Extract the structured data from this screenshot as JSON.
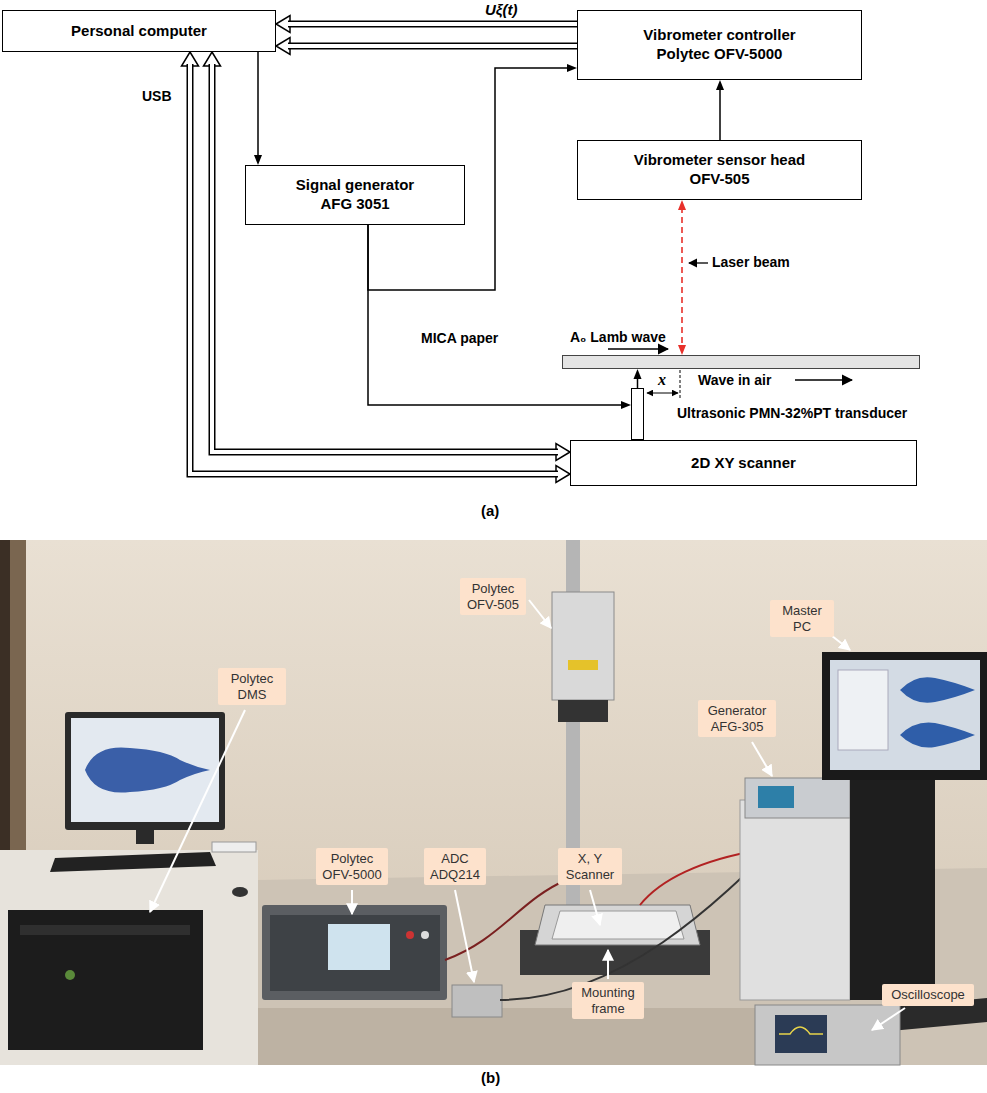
{
  "diagram": {
    "nodes": [
      {
        "text": [
          "Personal computer"
        ]
      },
      {
        "text": [
          "Vibrometer controller Polytec OFV-5000"
        ]
      },
      {
        "text": [
          "Signal generator AFG 3051"
        ]
      },
      {
        "text": [
          "Vibrometer sensor head OFV-505"
        ]
      },
      {
        "text": [
          "MICA paper"
        ]
      },
      {
        "text": [
          "Ultrasonic PMN-32%PT transducer"
        ]
      },
      {
        "text": [
          "2D XY scanner"
        ]
      },
      {
        "text": [
          "Polytec DMS"
        ]
      },
      {
        "text": [
          "Polytec OFV-5000"
        ]
      },
      {
        "text": [
          "ADC ADQ214"
        ]
      },
      {
        "text": [
          "Polytec OFV-505"
        ]
      },
      {
        "text": [
          "X, Y Scanner"
        ]
      },
      {
        "text": [
          "Mounting frame"
        ]
      },
      {
        "text": [
          "Generator AFG-305"
        ]
      },
      {
        "text": [
          "Master PC"
        ]
      },
      {
        "text": [
          "Oscilloscope"
        ]
      }
    ],
    "edges": [
      {
        "from": 1,
        "to": 0,
        "arrow": "to",
        "label": "Uξ(t)"
      },
      {
        "from": 1,
        "to": 0,
        "arrow": "to"
      },
      {
        "from": 0,
        "to": 2,
        "arrow": "to"
      },
      {
        "from": 2,
        "to": 1,
        "arrow": "to"
      },
      {
        "from": 2,
        "to": 5,
        "arrow": "to"
      },
      {
        "from": 3,
        "to": 1,
        "arrow": "to"
      },
      {
        "from": 3,
        "to": 4,
        "arrow": "both"
      },
      {
        "from": 5,
        "to": 4,
        "arrow": "to"
      },
      {
        "from": 0,
        "to": 6,
        "arrow": "both",
        "label": "USB"
      },
      {
        "from": 0,
        "to": 6,
        "arrow": "both"
      }
    ],
    "labels": [
      "A₀ Lamb wave",
      "Wave in air",
      "x",
      "Laser beam",
      "(a)",
      "(b)"
    ]
  }
}
